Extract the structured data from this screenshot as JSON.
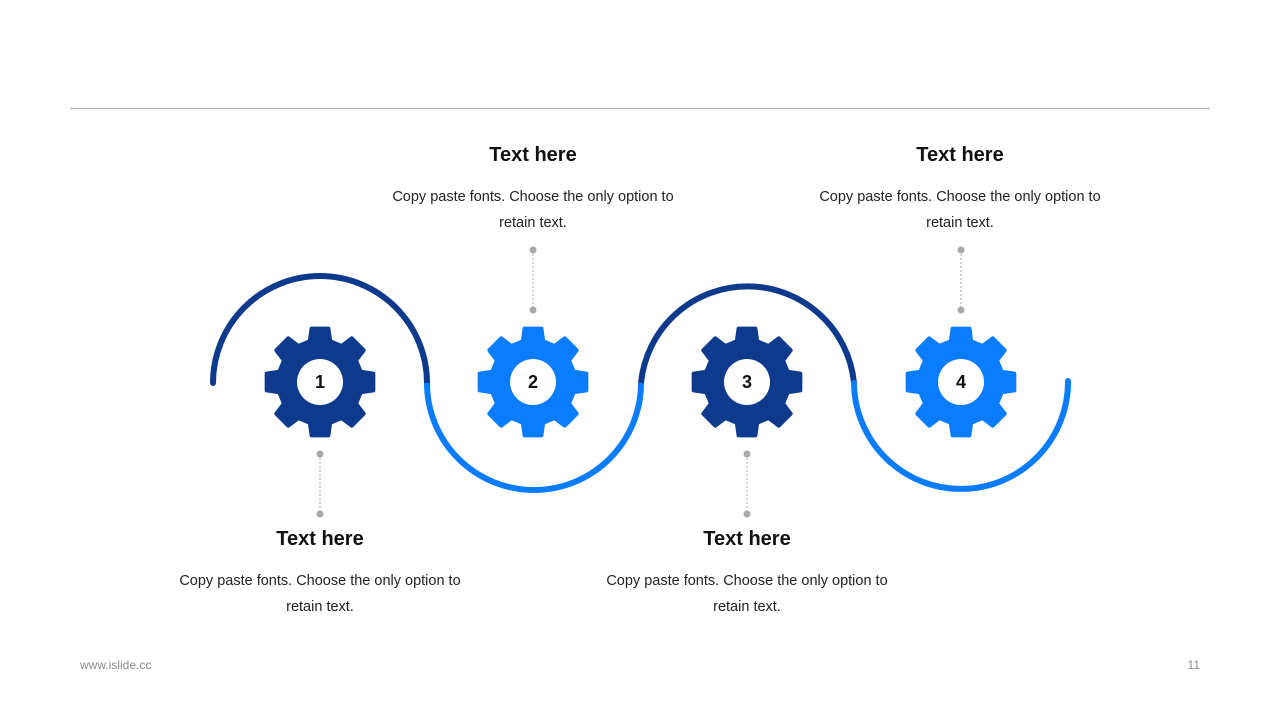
{
  "steps": [
    {
      "number": "1",
      "title": "Text here",
      "desc": "Copy paste fonts. Choose the only option to retain text.",
      "color": "#0d3a8c"
    },
    {
      "number": "2",
      "title": "Text here",
      "desc": "Copy paste fonts. Choose the only option to retain text.",
      "color": "#0a7cff"
    },
    {
      "number": "3",
      "title": "Text here",
      "desc": "Copy paste fonts. Choose the only option to retain text.",
      "color": "#0d3a8c"
    },
    {
      "number": "4",
      "title": "Text here",
      "desc": "Copy paste fonts. Choose the only option to retain text.",
      "color": "#0a7cff"
    }
  ],
  "colors": {
    "dark_blue": "#0d3a8c",
    "bright_blue": "#0a7cff",
    "connector": "#a9a9a9"
  },
  "footer": {
    "website": "www.islide.cc",
    "page_number": "11"
  }
}
